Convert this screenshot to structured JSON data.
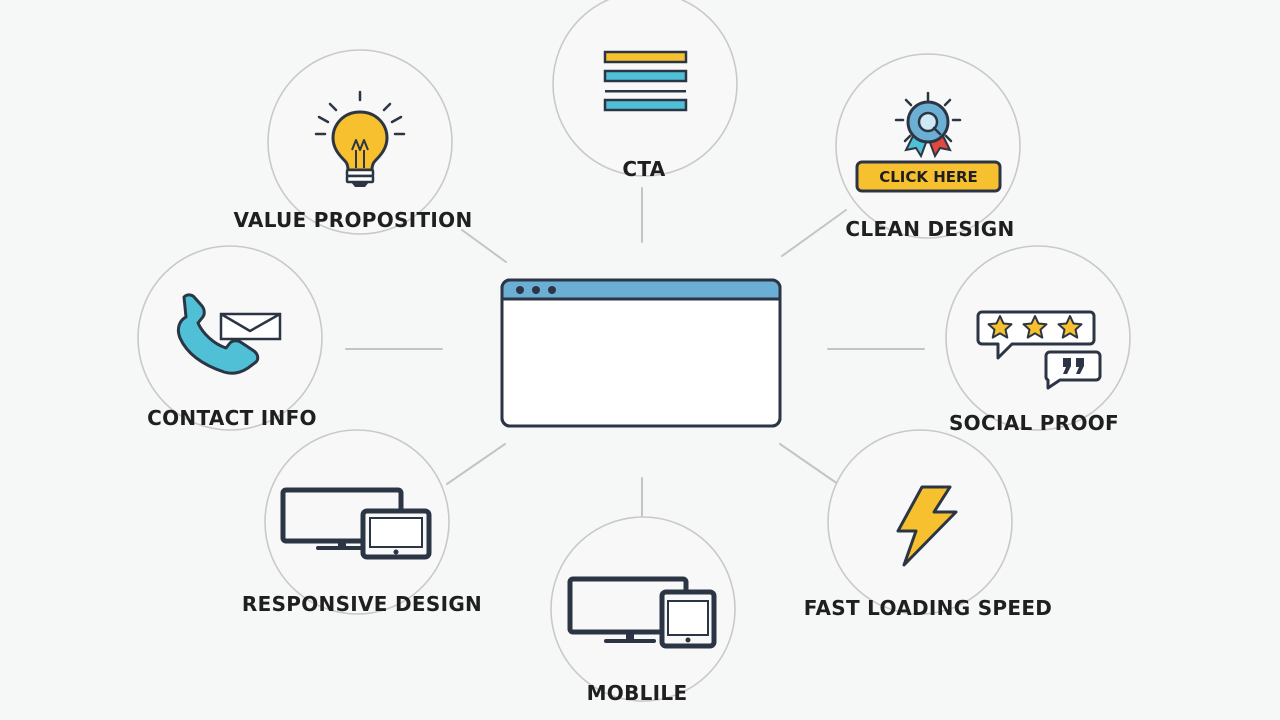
{
  "nodes": {
    "cta": {
      "label": "CTA",
      "icon": "list-lines-icon"
    },
    "clean_design": {
      "label": "CLEAN DESIGN",
      "icon": "award-badge-icon",
      "button_text": "CLICK HERE"
    },
    "social_proof": {
      "label": "SOCIAL PROOF",
      "icon": "rating-bubbles-icon"
    },
    "fast_loading": {
      "label": "FAST LOADING SPEED",
      "icon": "lightning-bolt-icon"
    },
    "mobile": {
      "label": "MOBLILE",
      "icon": "monitor-phone-icon"
    },
    "responsive_design": {
      "label": "RESPONSIVE DESIGN",
      "icon": "monitor-tablet-icon"
    },
    "contact_info": {
      "label": "CONTACT INFO",
      "icon": "phone-envelope-icon"
    },
    "value_proposition": {
      "label": "VALUE PROPOSITION",
      "icon": "light-bulb-icon"
    }
  },
  "center": {
    "icon": "browser-window-icon"
  },
  "colors": {
    "yellow": "#f7c02f",
    "blue": "#6bb0d4",
    "teal": "#4fc0d6",
    "outline": "#2b3544",
    "red": "#e2483d",
    "background": "#f6f7f7"
  }
}
